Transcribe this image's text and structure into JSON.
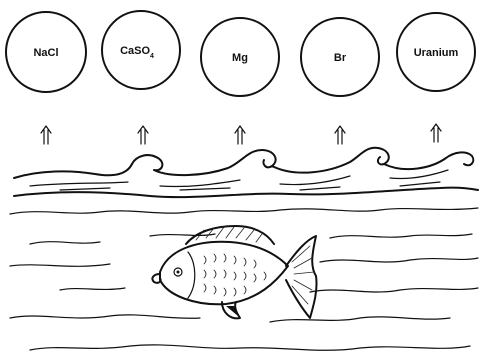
{
  "elements": [
    {
      "label": "NaCl",
      "sub": ""
    },
    {
      "label": "CaSO",
      "sub": "4"
    },
    {
      "label": "Mg",
      "sub": ""
    },
    {
      "label": "Br",
      "sub": ""
    },
    {
      "label": "Uranium",
      "sub": ""
    }
  ],
  "colors": {
    "ink": "#111111",
    "background": "#ffffff"
  }
}
